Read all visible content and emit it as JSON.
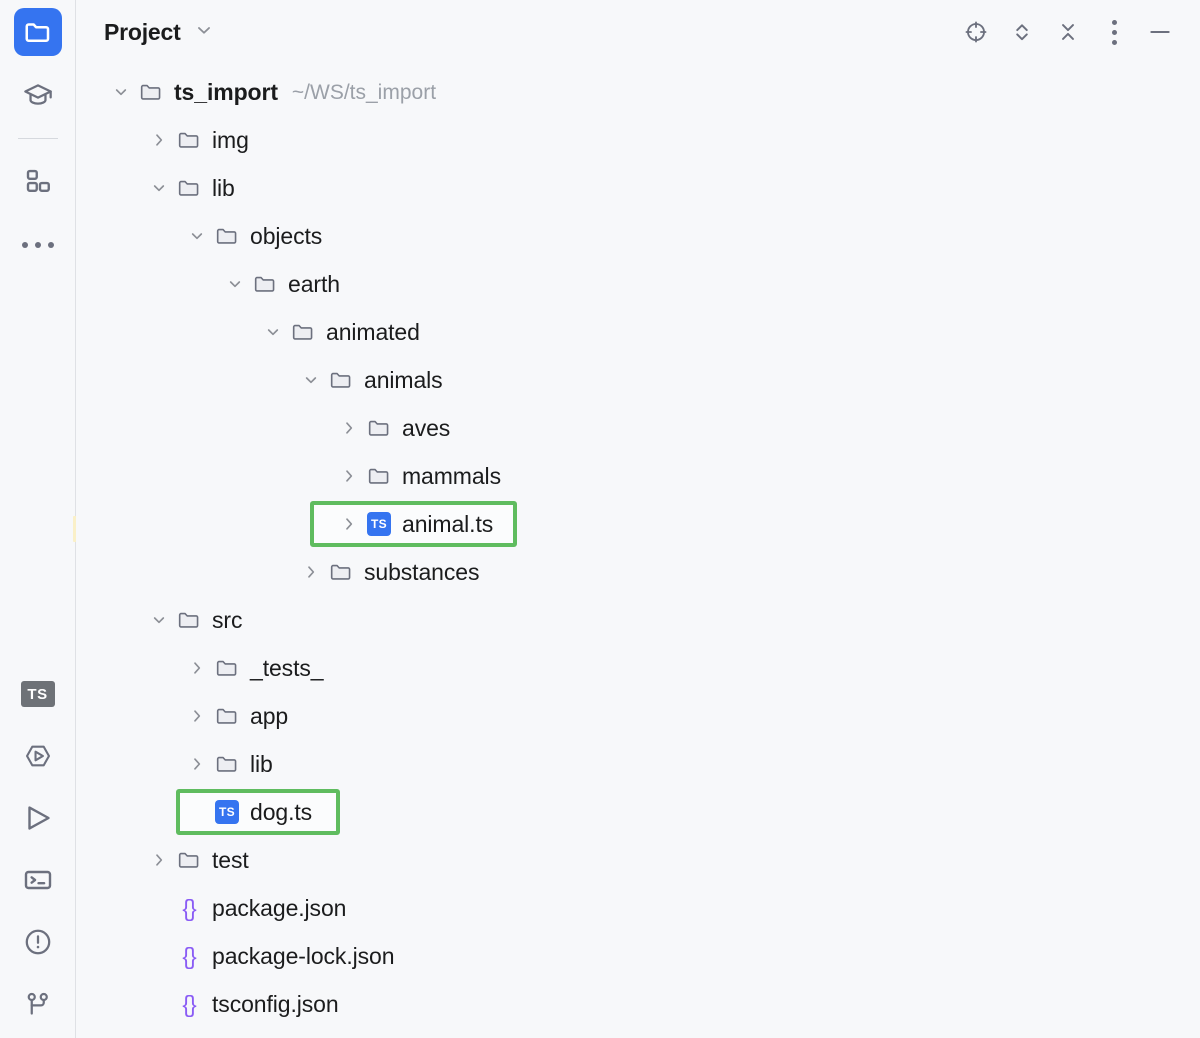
{
  "window": {
    "background": "#F7F8FA",
    "accent": "#3574F0",
    "highlight_color": "#5FBC5F"
  },
  "activity_bar": {
    "items": [
      {
        "name": "project-tool-window",
        "icon": "folder-icon",
        "active": true
      },
      {
        "name": "learn-tool-window",
        "icon": "graduation-cap-icon",
        "active": false
      },
      {
        "name": "plugins-tool-window",
        "icon": "blocks-icon",
        "active": false
      },
      {
        "name": "more-tool-windows",
        "icon": "more-horizontal-icon",
        "active": false
      },
      {
        "name": "typescript-tool-window",
        "icon": "ts-icon",
        "label": "TS",
        "active": false
      },
      {
        "name": "debug-tool-window",
        "icon": "debug-icon",
        "active": false
      },
      {
        "name": "run-tool-window",
        "icon": "run-play-icon",
        "active": false
      },
      {
        "name": "terminal-tool-window",
        "icon": "terminal-icon",
        "active": false
      },
      {
        "name": "problems-tool-window",
        "icon": "warning-circle-icon",
        "active": false
      },
      {
        "name": "version-control-tool-window",
        "icon": "git-branch-icon",
        "active": false
      }
    ]
  },
  "header": {
    "title": "Project",
    "title_chevron": "chevron-down-icon",
    "actions": [
      {
        "name": "select-opened-file-button",
        "icon": "crosshair-target-icon"
      },
      {
        "name": "expand-collapse-button",
        "icon": "chevrons-up-down-icon"
      },
      {
        "name": "collapse-all-button",
        "icon": "collapse-all-icon"
      },
      {
        "name": "options-menu-button",
        "icon": "more-vertical-icon"
      },
      {
        "name": "hide-panel-button",
        "icon": "minimize-icon"
      }
    ]
  },
  "tree": {
    "rows": [
      {
        "label": "ts_import",
        "path": "~/WS/ts_import",
        "icon": "folder-icon",
        "depth": 0,
        "state": "expanded",
        "bold": true,
        "highlight": false
      },
      {
        "label": "img",
        "icon": "folder-icon",
        "depth": 1,
        "state": "collapsed",
        "highlight": false
      },
      {
        "label": "lib",
        "icon": "folder-icon",
        "depth": 1,
        "state": "expanded",
        "highlight": false
      },
      {
        "label": "objects",
        "icon": "folder-icon",
        "depth": 2,
        "state": "expanded",
        "highlight": false
      },
      {
        "label": "earth",
        "icon": "folder-icon",
        "depth": 3,
        "state": "expanded",
        "highlight": false
      },
      {
        "label": "animated",
        "icon": "folder-icon",
        "depth": 4,
        "state": "expanded",
        "highlight": false
      },
      {
        "label": "animals",
        "icon": "folder-icon",
        "depth": 5,
        "state": "expanded",
        "highlight": false
      },
      {
        "label": "aves",
        "icon": "folder-icon",
        "depth": 6,
        "state": "collapsed",
        "highlight": false
      },
      {
        "label": "mammals",
        "icon": "folder-icon",
        "depth": 6,
        "state": "collapsed",
        "highlight": false
      },
      {
        "label": "animal.ts",
        "icon": "typescript-file-icon",
        "icon_label": "TS",
        "depth": 6,
        "state": "collapsed",
        "highlight": true
      },
      {
        "label": "substances",
        "icon": "folder-icon",
        "depth": 5,
        "state": "collapsed",
        "highlight": false
      },
      {
        "label": "src",
        "icon": "folder-icon",
        "depth": 1,
        "state": "expanded",
        "highlight": false
      },
      {
        "label": "_tests_",
        "icon": "folder-icon",
        "depth": 2,
        "state": "collapsed",
        "highlight": false
      },
      {
        "label": "app",
        "icon": "folder-icon",
        "depth": 2,
        "state": "collapsed",
        "highlight": false
      },
      {
        "label": "lib",
        "icon": "folder-icon",
        "depth": 2,
        "state": "collapsed",
        "highlight": false
      },
      {
        "label": "dog.ts",
        "icon": "typescript-file-icon",
        "icon_label": "TS",
        "depth": 2,
        "state": "leaf",
        "highlight": true
      },
      {
        "label": "test",
        "icon": "folder-icon",
        "depth": 1,
        "state": "collapsed",
        "highlight": false
      },
      {
        "label": "package.json",
        "icon": "json-file-icon",
        "icon_label": "{}",
        "depth": 1,
        "state": "leaf",
        "highlight": false
      },
      {
        "label": "package-lock.json",
        "icon": "json-file-icon",
        "icon_label": "{}",
        "depth": 1,
        "state": "leaf",
        "highlight": false
      },
      {
        "label": "tsconfig.json",
        "icon": "json-file-icon",
        "icon_label": "{}",
        "depth": 1,
        "state": "leaf",
        "highlight": false
      }
    ]
  }
}
